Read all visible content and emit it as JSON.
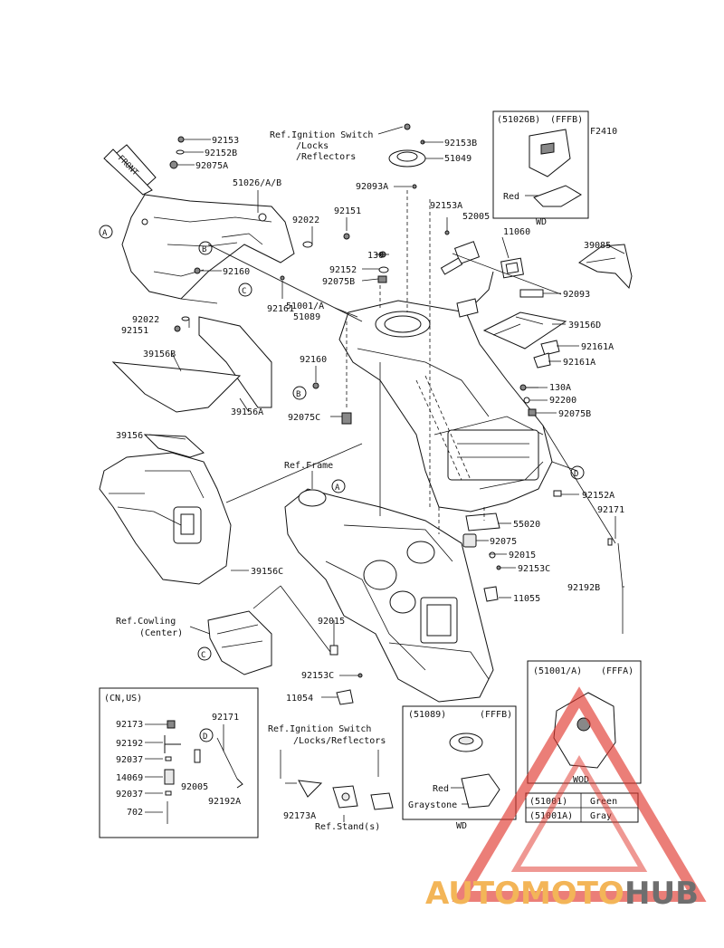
{
  "front_arrow": "FRONT",
  "circle_refs": [
    "A",
    "B",
    "C",
    "D"
  ],
  "labels": {
    "p92153": "92153",
    "p92152B": "92152B",
    "p92075A": "92075A",
    "p51026AB": "51026/A/B",
    "p92022a": "92022",
    "p92151a": "92151",
    "p92160a": "92160",
    "p92161": "92161",
    "p92022b": "92022",
    "p92151b": "92151",
    "p39156B": "39156B",
    "p39156A": "39156A",
    "p39156": "39156",
    "p39156C": "39156C",
    "refIgn1": "Ref.Ignition Switch",
    "refIgn2": "/Locks",
    "refIgn3": "/Reflectors",
    "p92153B": "92153B",
    "p51049": "51049",
    "p92093A": "92093A",
    "p92153A": "92153A",
    "p52005": "52005",
    "p11060": "11060",
    "p130": "130",
    "p92152": "92152",
    "p92075B": "92075B",
    "p51001A": "51001/A",
    "p51089": "51089",
    "p92160b": "92160",
    "p92075C": "92075C",
    "p92093": "92093",
    "p39156D": "39156D",
    "p92161A1": "92161A",
    "p92161A2": "92161A",
    "p39085": "39085",
    "p130A": "130A",
    "p92200": "92200",
    "p92075Bb": "92075B",
    "p92152A": "92152A",
    "p92171a": "92171",
    "p55020": "55020",
    "p92075": "92075",
    "p92015a": "92015",
    "p92153C": "92153C",
    "p92192B": "92192B",
    "p11055": "11055",
    "p92015b": "92015",
    "p92153Cb": "92153C",
    "p11054": "11054",
    "refFrame": "Ref.Frame",
    "refCowl1": "Ref.Cowling",
    "refCowl2": "(Center)"
  },
  "inset_top": {
    "header_code": "(51026B)",
    "header_color": "(FFFB)",
    "side_code": "F2410",
    "red_label": "Red",
    "wd_label": "WD"
  },
  "inset_cnus": {
    "title": "(CN,US)",
    "p92173": "92173",
    "p92192": "92192",
    "p92037a": "92037",
    "p14069": "14069",
    "p92037b": "92037",
    "p702": "702",
    "p92171": "92171",
    "p92005": "92005",
    "p92192A": "92192A",
    "circleD": "D"
  },
  "ign_group": {
    "line1": "Ref.Ignition Switch",
    "line2": "/Locks/Reflectors",
    "p92173A": "92173A",
    "refStand": "Ref.Stand(s)"
  },
  "inset_51089": {
    "code": "(51089)",
    "color": "(FFFB)",
    "red": "Red",
    "graystone": "Graystone",
    "wd": "WD"
  },
  "inset_51001": {
    "code": "(51001/A)",
    "color": "(FFFA)",
    "wod": "WOD",
    "table": [
      {
        "part": "(51001)",
        "color": "Green"
      },
      {
        "part": "(51001A)",
        "color": "Gray"
      }
    ]
  },
  "watermark": {
    "part1": "AUTOMOTO",
    "part2": "HUB",
    "color_red": "#e0362c",
    "color_orange": "#f2a93b",
    "color_gray": "#555555"
  }
}
